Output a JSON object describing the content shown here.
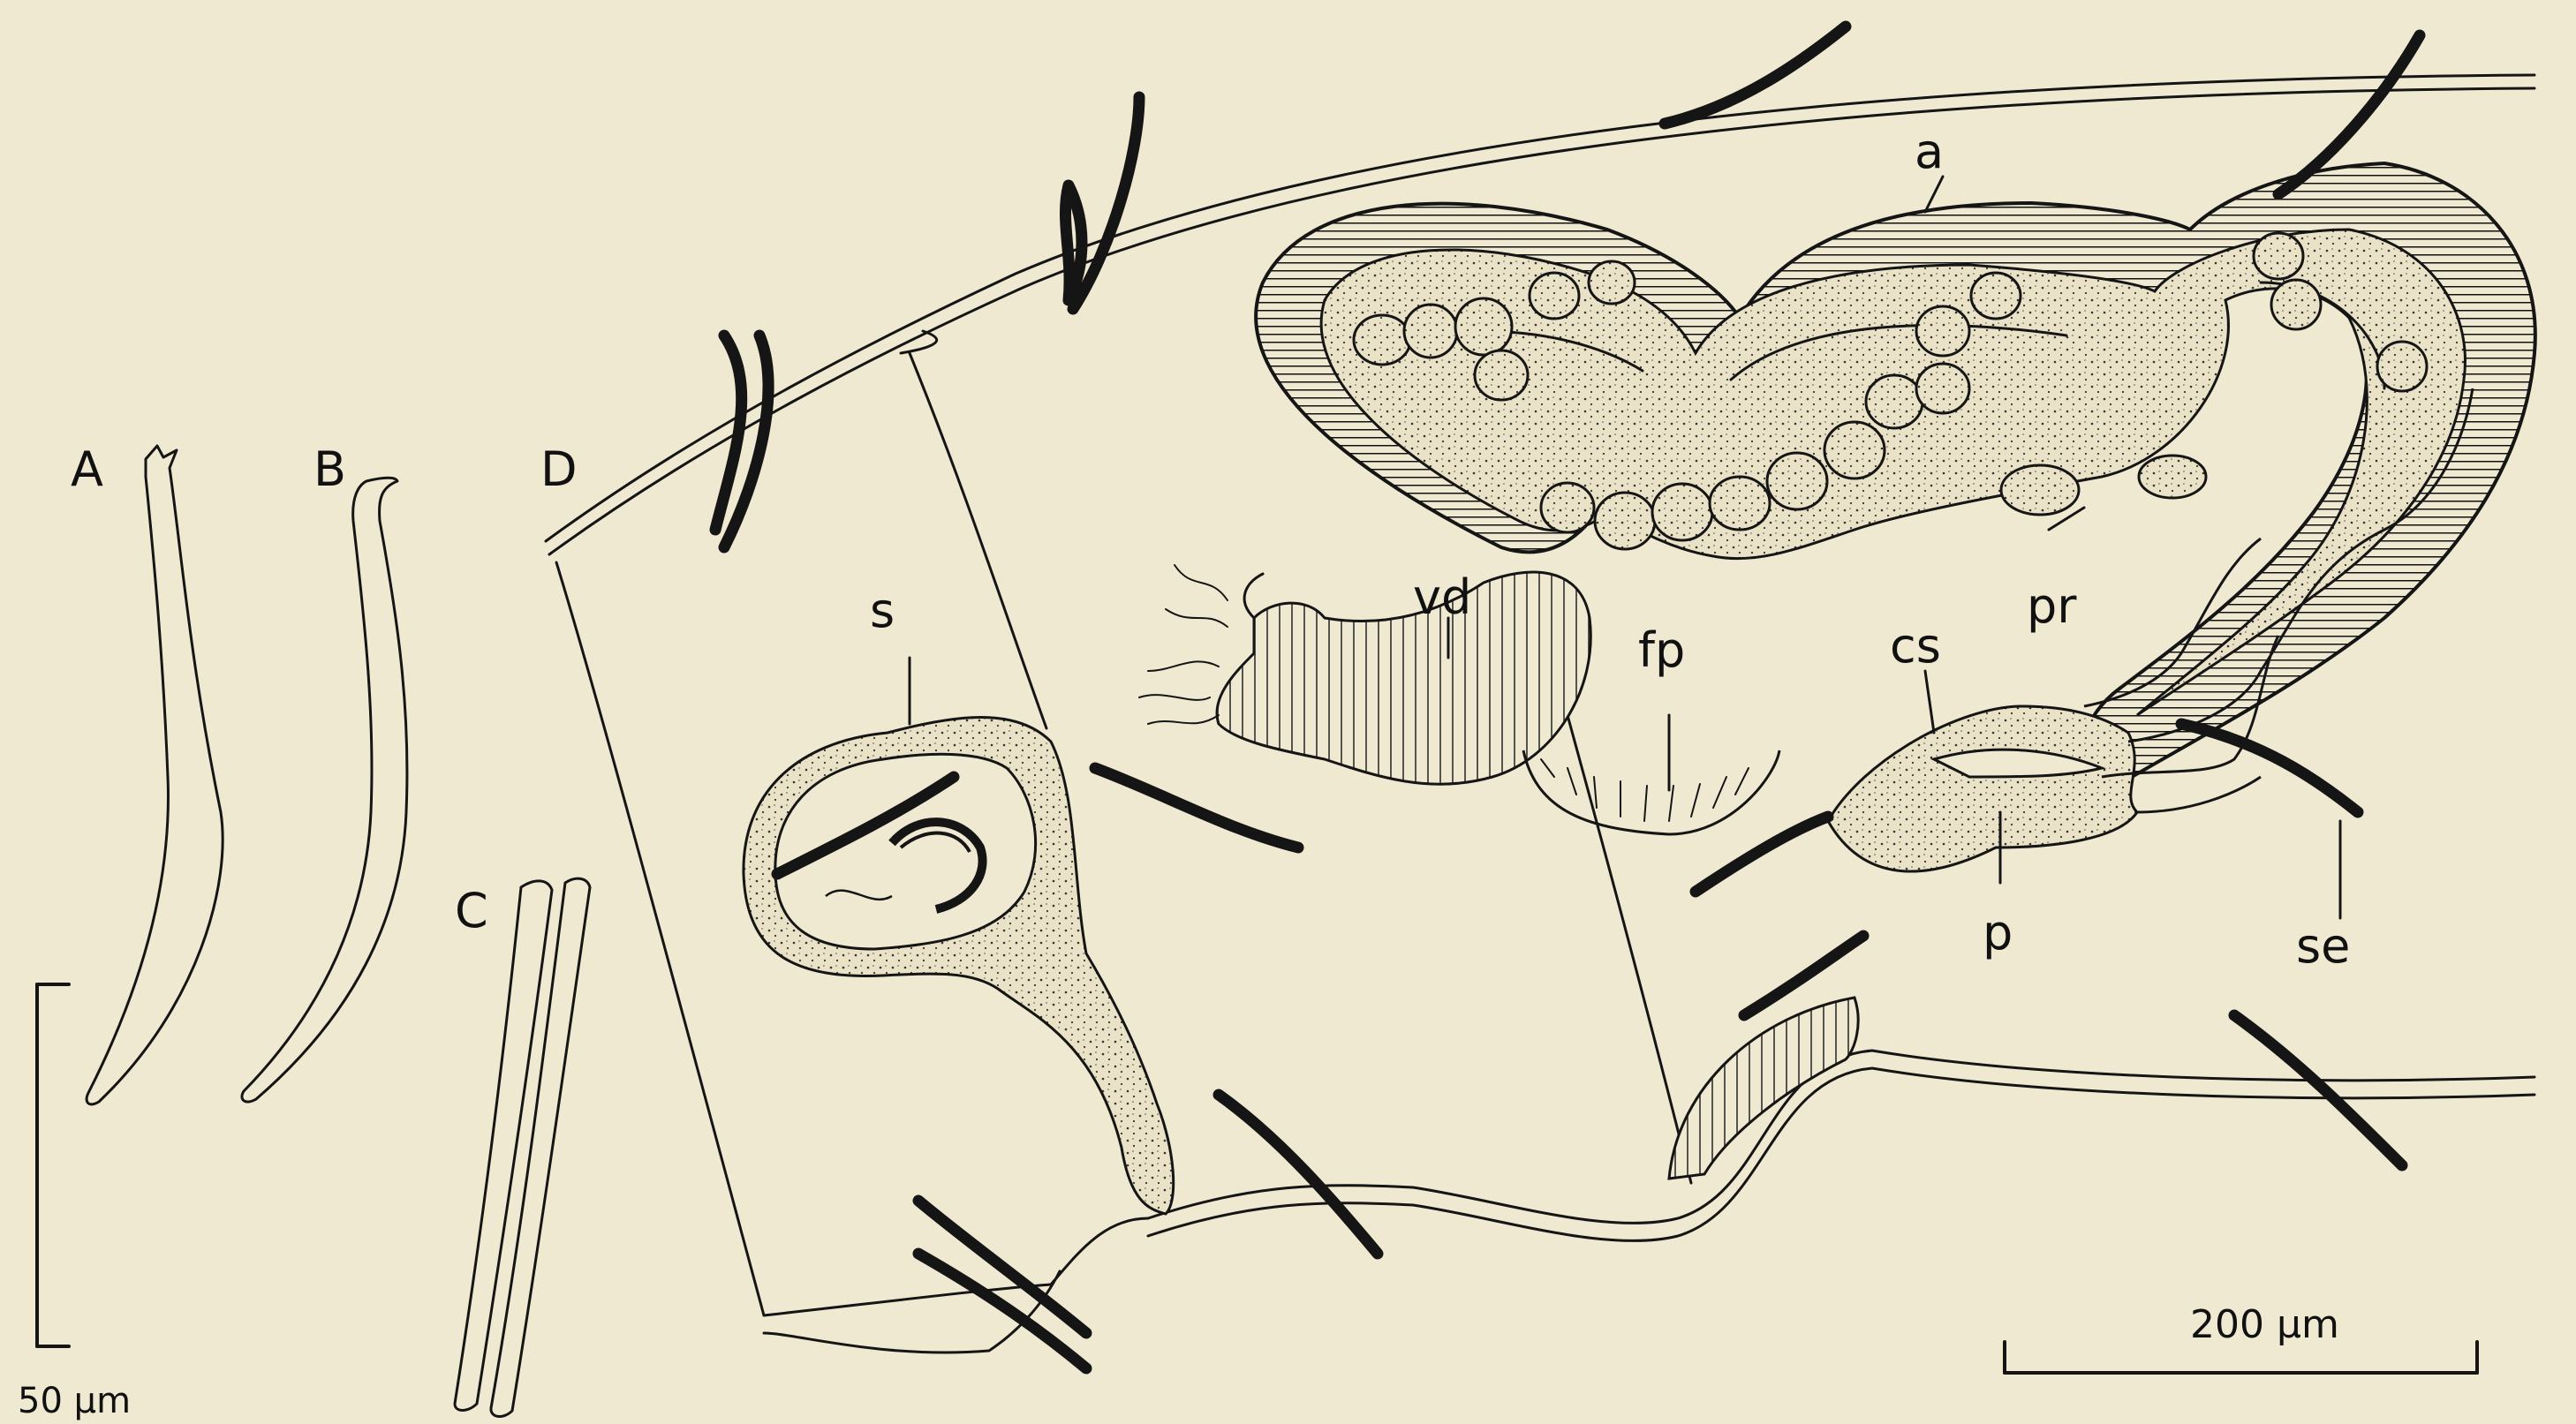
{
  "figure": {
    "panel_labels": {
      "a": "A",
      "b": "B",
      "c": "C",
      "d": "D"
    },
    "structure_labels": {
      "atrium": "a",
      "prostate": "pr",
      "vas_deferens": "vd",
      "flagellar_pouch": "fp",
      "copulatory_sac": "cs",
      "penis": "p",
      "spermatheca": "s",
      "setae": "se"
    },
    "scale_bars": {
      "small": "50 µm",
      "large": "200 µm"
    }
  },
  "colors": {
    "background": "#efe9d2",
    "ink": "#151515"
  }
}
